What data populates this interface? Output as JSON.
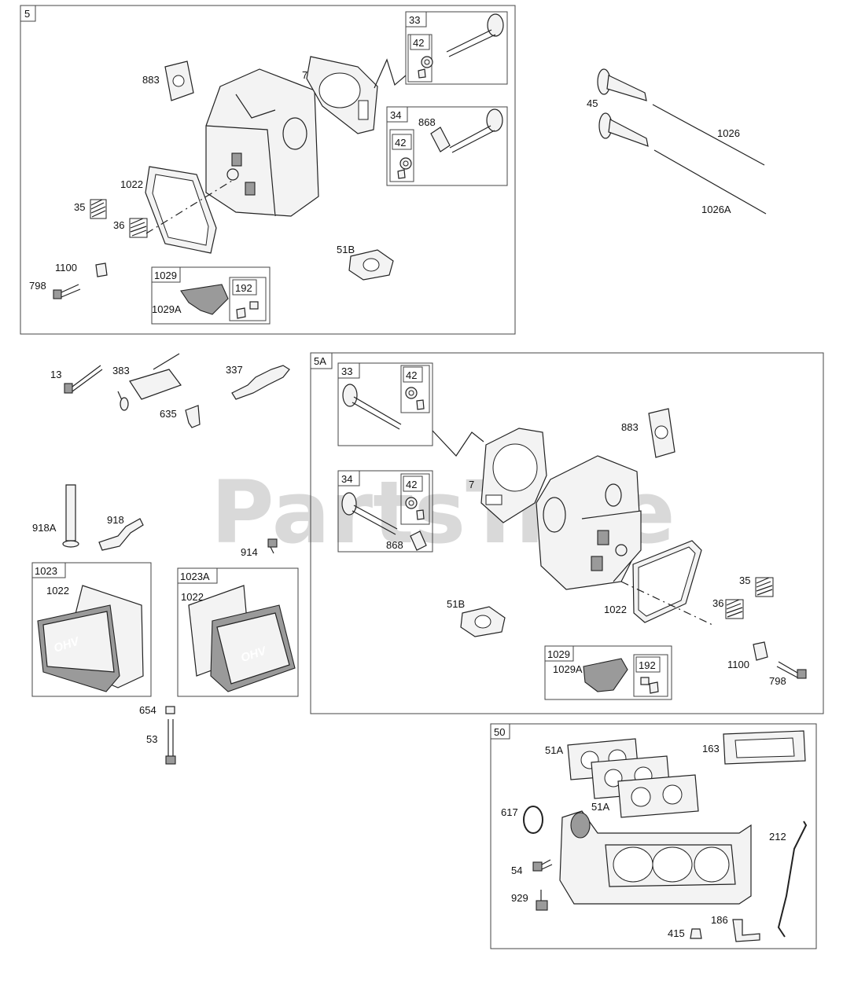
{
  "watermark": "PartsTree",
  "watermark_tm": "™",
  "groups": {
    "g5": "5",
    "g5a": "5A",
    "g50": "50",
    "g33a": "33",
    "g42a": "42",
    "g34a": "34",
    "g42b": "42",
    "g1029a": "1029",
    "g192a": "192",
    "g33b": "33",
    "g42c": "42",
    "g34b": "34",
    "g42d": "42",
    "g1029b": "1029",
    "g192b": "192",
    "g1023": "1023",
    "g1023a": "1023A"
  },
  "labels": {
    "l883a": "883",
    "l7a": "7",
    "l868a": "868",
    "l1022a": "1022",
    "l35a": "35",
    "l36a": "36",
    "l51ba": "51B",
    "l1100a": "1100",
    "l798a": "798",
    "l1029aa": "1029A",
    "l45": "45",
    "l1026": "1026",
    "l1026a": "1026A",
    "l13": "13",
    "l383": "383",
    "l337": "337",
    "l635": "635",
    "l918a": "918A",
    "l918": "918",
    "l914": "914",
    "l1022b": "1022",
    "l1022c": "1022",
    "l654": "654",
    "l53": "53",
    "l883b": "883",
    "l7b": "7",
    "l868b": "868",
    "l51bb": "51B",
    "l1022d": "1022",
    "l35b": "35",
    "l36b": "36",
    "l1029ab": "1029A",
    "l1100b": "1100",
    "l798b": "798",
    "l51a1": "51A",
    "l51a2": "51A",
    "l163": "163",
    "l617": "617",
    "l212": "212",
    "l54": "54",
    "l929": "929",
    "l186": "186",
    "l415": "415"
  },
  "cover_text": "OHV"
}
